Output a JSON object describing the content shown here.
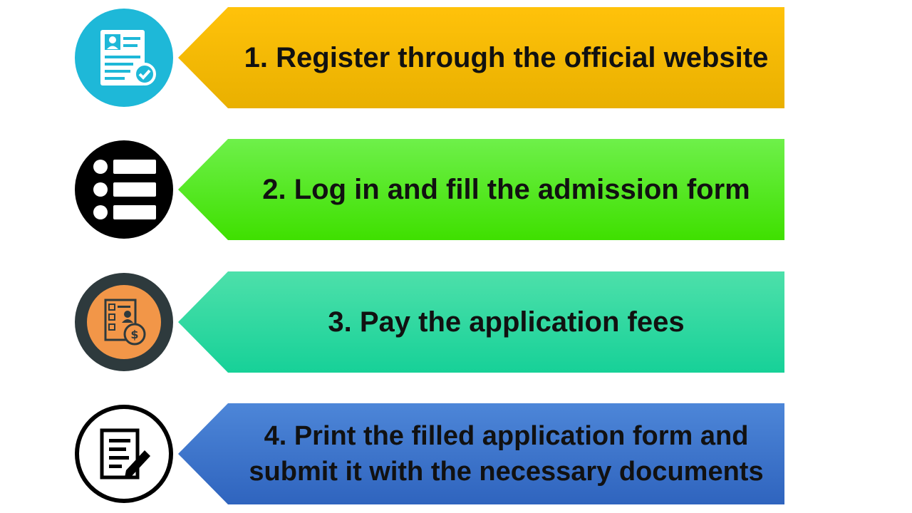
{
  "steps": [
    {
      "text": "1. Register through the official website",
      "icon": "registration-form-icon",
      "color": "#ffc20a"
    },
    {
      "text": "2. Log in and fill the admission form",
      "icon": "list-icon",
      "color": "#5ae820"
    },
    {
      "text": "3. Pay the application fees",
      "icon": "application-fee-icon",
      "color": "#2ed8a0"
    },
    {
      "text": "4. Print the filled application form and submit it with the necessary documents",
      "icon": "document-edit-icon",
      "color": "#3f74c8"
    }
  ]
}
